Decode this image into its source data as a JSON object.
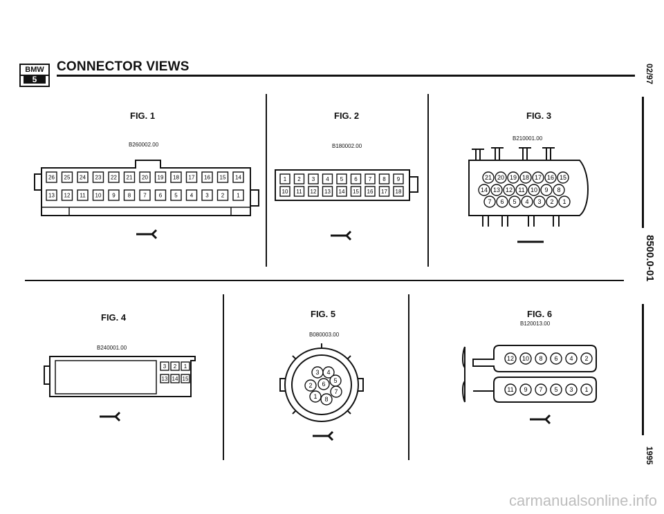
{
  "header": {
    "title": "CONNECTOR VIEWS",
    "logo_top": "BMW",
    "logo_bottom": "5"
  },
  "side_labels": {
    "date": "02/97",
    "section": "8500.0-01",
    "year": "1995"
  },
  "figures": [
    {
      "label": "FIG. 1",
      "code": "B260002.00",
      "pins_top": [
        "26",
        "25",
        "24",
        "23",
        "22",
        "21",
        "20",
        "19",
        "18",
        "17",
        "16",
        "15",
        "14"
      ],
      "pins_bottom": [
        "13",
        "12",
        "11",
        "10",
        "9",
        "8",
        "7",
        "6",
        "5",
        "4",
        "3",
        "2",
        "1"
      ]
    },
    {
      "label": "FIG. 2",
      "code": "B180002.00",
      "pins_top": [
        "1",
        "2",
        "3",
        "4",
        "5",
        "6",
        "7",
        "8",
        "9"
      ],
      "pins_bottom": [
        "10",
        "11",
        "12",
        "13",
        "14",
        "15",
        "16",
        "17",
        "18"
      ]
    },
    {
      "label": "FIG. 3",
      "code": "B210001.00",
      "pins_row1": [
        "21",
        "20",
        "19",
        "18",
        "17",
        "16",
        "15"
      ],
      "pins_row2": [
        "14",
        "13",
        "12",
        "11",
        "10",
        "9",
        "8"
      ],
      "pins_row3": [
        "7",
        "6",
        "5",
        "4",
        "3",
        "2",
        "1"
      ]
    },
    {
      "label": "FIG. 4",
      "code": "B240001.00",
      "pins_top": [
        "3",
        "2",
        "1"
      ],
      "pins_bottom": [
        "13",
        "14",
        "15"
      ]
    },
    {
      "label": "FIG. 5",
      "code": "B080003.00",
      "pins": [
        "3",
        "4",
        "5",
        "2",
        "6",
        "7",
        "1",
        "8"
      ]
    },
    {
      "label": "FIG. 6",
      "code": "B120013.00",
      "pins_top": [
        "12",
        "10",
        "8",
        "6",
        "4",
        "2"
      ],
      "pins_bottom": [
        "11",
        "9",
        "7",
        "5",
        "3",
        "1"
      ]
    }
  ],
  "watermark": "carmanualsonline.info"
}
